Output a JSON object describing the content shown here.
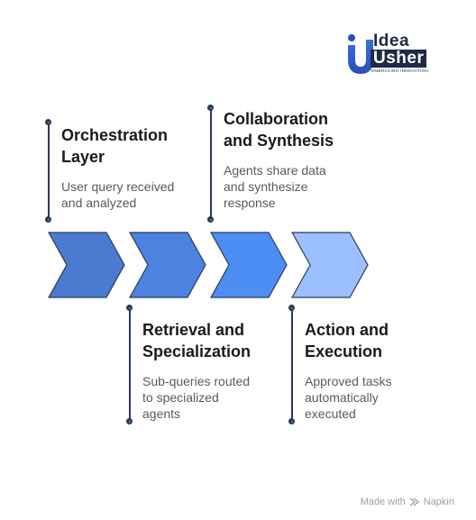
{
  "logo": {
    "word_top": "Idea",
    "word_bottom": "Usher",
    "tagline": "EMBRACING INNOVATION",
    "icon": "idea-usher-logo-icon"
  },
  "steps": [
    {
      "title": "Orchestration\nLayer",
      "description": "User query received\nand analyzed",
      "color": "#4a7bd0"
    },
    {
      "title": "Retrieval and\nSpecialization",
      "description": "Sub-queries routed\nto specialized\nagents",
      "color": "#4c82e0"
    },
    {
      "title": "Collaboration\nand Synthesis",
      "description": "Agents share data\nand synthesize\nresponse",
      "color": "#4d8ef5"
    },
    {
      "title": "Action and\nExecution",
      "description": "Approved tasks\nautomatically\nexecuted",
      "color": "#9cc0ff"
    }
  ],
  "footer": {
    "made_with": "Made with",
    "brand": "Napkin",
    "icon": "napkin-icon"
  }
}
